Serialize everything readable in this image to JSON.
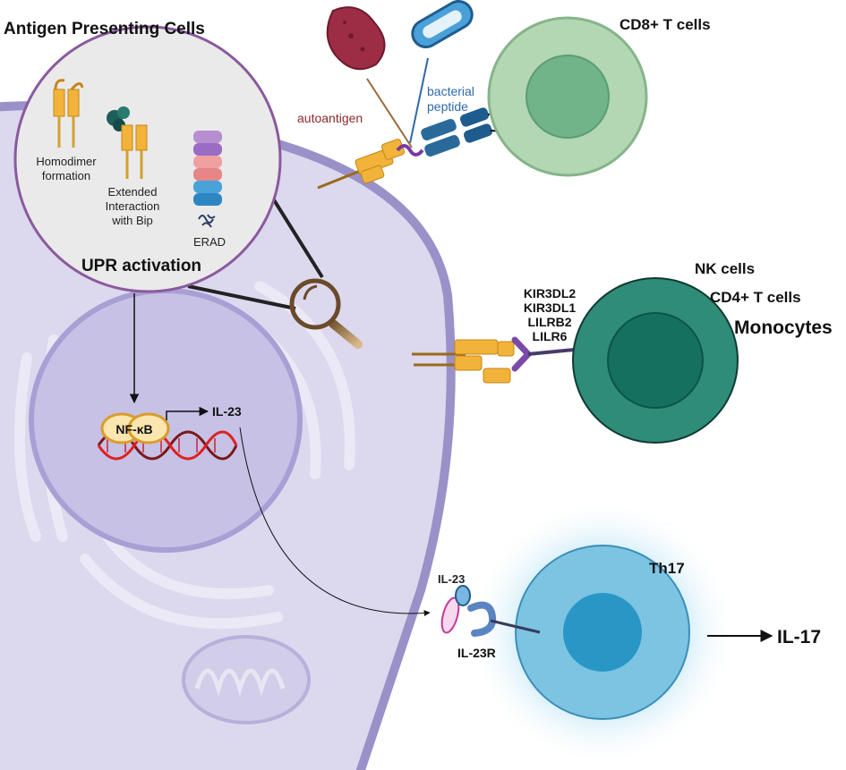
{
  "title": "Antigen Presenting Cells",
  "zoom": {
    "homodimer": "Homodimer formation",
    "homodimer_l1": "Homodimer",
    "homodimer_l2": "formation",
    "bip_l1": "Extended",
    "bip_l2": "Interaction",
    "bip_l3": "with Bip",
    "erad": "ERAD",
    "upr": "UPR activation"
  },
  "nucleus": {
    "nfkb": "NF-κB",
    "il23": "IL-23"
  },
  "antigens": {
    "autoantigen": "autoantigen",
    "bacterial_l1": "bacterial",
    "bacterial_l2": "peptide"
  },
  "cells": {
    "cd8": "CD8+ T cells",
    "nk": "NK cells",
    "cd4": "CD4+ T cells",
    "monocytes": "Monocytes",
    "th17": "Th17"
  },
  "receptors": {
    "r1": "KIR3DL2",
    "r2": "KIR3DL1",
    "r3": "LILRB2",
    "r4": "LILR6"
  },
  "th17_side": {
    "il23": "IL-23",
    "il23r": "IL-23R",
    "il17": "IL-17"
  },
  "colors": {
    "apc_fill": "#dcd8ee",
    "apc_border": "#9a91c8",
    "nucleus_fill": "#c7c1e6",
    "cd8_outer": "#b2d7b2",
    "cd8_inner": "#72b489",
    "nk_outer": "#2e8c78",
    "nk_inner": "#15705f",
    "th17_outer": "#7cc4e2",
    "th17_inner": "#2997c6",
    "hla": "#f2b33a",
    "tcr": "#2a6a9a"
  }
}
